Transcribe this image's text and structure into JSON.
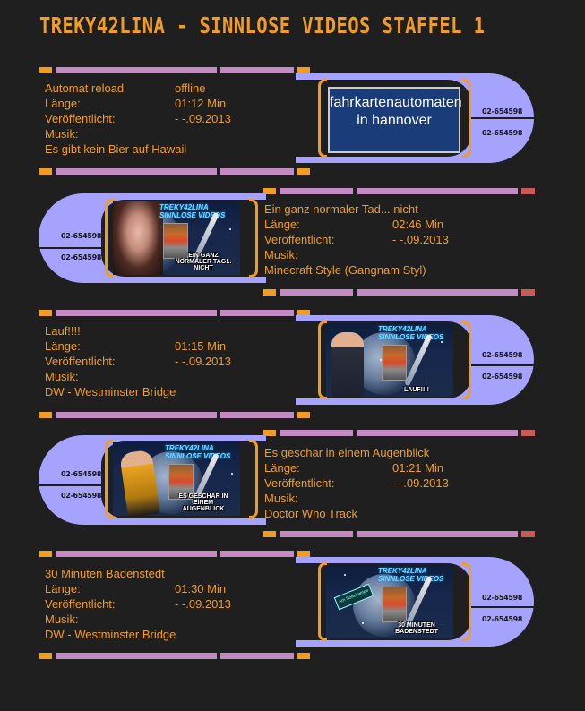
{
  "page": {
    "title": "TREKY42LINA - SINNLOSE VIDEOS STAFFEL 1"
  },
  "labels": {
    "laenge": "Länge:",
    "veroeffentlicht": "Veröffentlicht:",
    "musik": "Musik:"
  },
  "colors": {
    "orange": "#f29c22",
    "lilac": "#c48ac4",
    "frame": "#a6a3ff",
    "red": "#c85a5a",
    "background": "#1f1f1f"
  },
  "videos": [
    {
      "title": "Automat reload",
      "status": "offline",
      "length": "01:12 Min",
      "published": "- -.09.2013",
      "music": "Es gibt kein Bier auf Hawaii",
      "thumbnail_text": "fahrkartenautomaten in hannover",
      "codes": [
        "02-654598",
        "02-654598"
      ]
    },
    {
      "title": "Ein ganz normaler Tad... nicht",
      "length": "02:46 Min",
      "published": "- -.09.2013",
      "music": "Minecraft Style (Gangnam Styl)",
      "thumbnail_brand": "TREKY42LINA SINNLOSE VIDEOS",
      "thumbnail_caption": "EIN GANZ NORMALER TAG!.. NICHT",
      "codes": [
        "02-654598",
        "02-654598"
      ]
    },
    {
      "title": "Lauf!!!!",
      "length": "01:15 Min",
      "published": "- -.09.2013",
      "music": "DW - Westminster Bridge",
      "thumbnail_brand": "TREKY42LINA SINNLOSE VIDEOS",
      "thumbnail_caption": "LAUF!!!!",
      "codes": [
        "02-654598",
        "02-654598"
      ]
    },
    {
      "title": "Es geschar in einem Augenblick",
      "length": "01:21 Min",
      "published": "- -.09.2013",
      "music": "Doctor Who Track",
      "thumbnail_brand": "TREKY42LINA SINNLOSE VIDEOS",
      "thumbnail_caption": "ES GESCHAR IN EINEM AUGENBLICK",
      "codes": [
        "02-654598",
        "02-654598"
      ]
    },
    {
      "title": "30 Minuten Badenstedt",
      "length": "01:30 Min",
      "published": "- -.09.2013",
      "music": "DW - Westminster Bridge",
      "thumbnail_brand": "TREKY42LINA SINNLOSE VIDEOS",
      "thumbnail_caption": "30 MINUTEN BADENSTEDT",
      "thumbnail_sign": "Am Soltekampe",
      "codes": [
        "02-654598",
        "02-654598"
      ]
    }
  ]
}
